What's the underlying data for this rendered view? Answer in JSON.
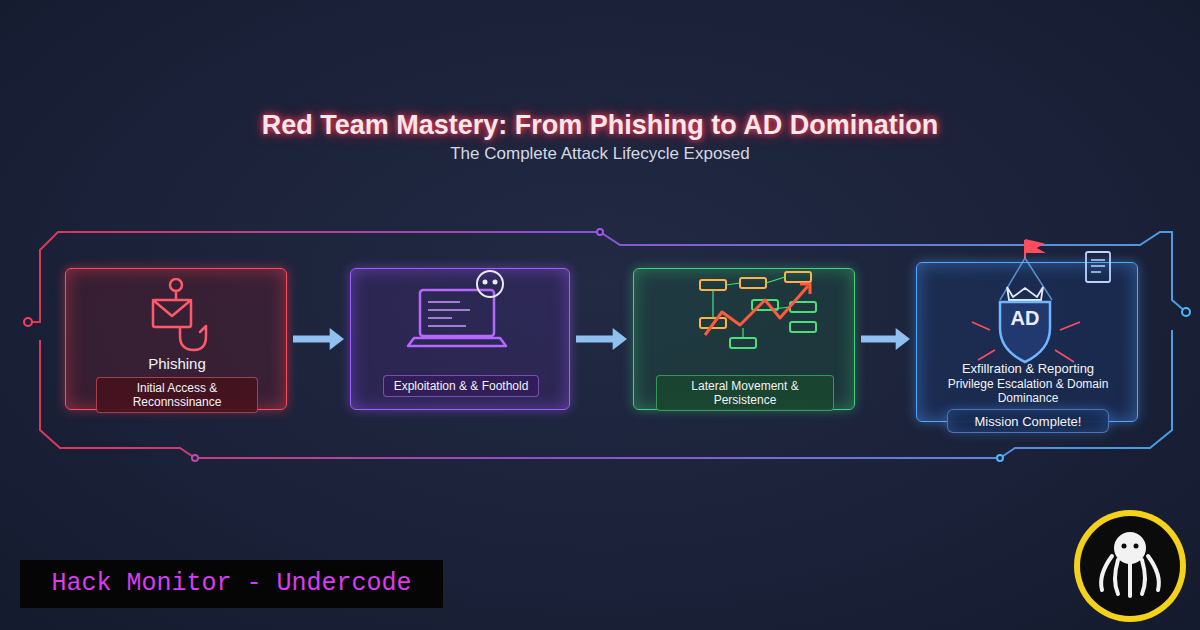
{
  "diagram": {
    "title": "Red Team Mastery: From Phishing to AD Domination",
    "caption": "The Complete Attack Lifecycle Exposed",
    "nodes": [
      {
        "text": [
          "Phishing",
          "Initial Access & Reconnssinance"
        ]
      },
      {
        "text": [
          "Exploitation & & Foothold"
        ]
      },
      {
        "text": [
          "Lateral Movement & Persistence"
        ]
      },
      {
        "text": [
          "Exfillration & Reporting",
          "Privilege Escalation & Domain Dominance"
        ]
      },
      {
        "text": [
          "Mission Complete!"
        ],
        "in": 3
      }
    ],
    "edges": [
      {
        "from": 0,
        "to": 1,
        "arrow": "to"
      },
      {
        "from": 1,
        "to": 2,
        "arrow": "to"
      },
      {
        "from": 2,
        "to": 3,
        "arrow": "to"
      }
    ],
    "labels": [
      "AD",
      "Hack Monitor - Undercode"
    ]
  }
}
